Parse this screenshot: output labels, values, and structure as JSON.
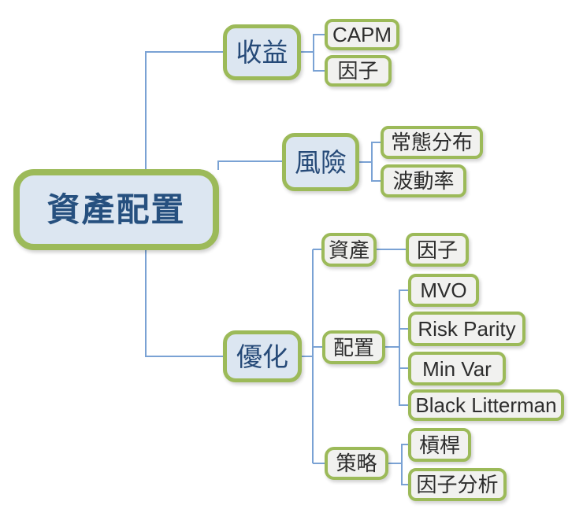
{
  "colors": {
    "node_border_green": "#9cba59",
    "branch_fill_blue": "#dce6f1",
    "leaf_fill_gray": "#f1f1ef",
    "connector": "#7aa2d4",
    "root_text_blue": "#26507f",
    "leaf_text": "#2d2d2d"
  },
  "mindmap": {
    "root": {
      "label": "資產配置"
    },
    "branches": [
      {
        "label": "收益",
        "children": [
          {
            "label": "CAPM"
          },
          {
            "label": "因子"
          }
        ]
      },
      {
        "label": "風險",
        "children": [
          {
            "label": "常態分布"
          },
          {
            "label": "波動率"
          }
        ]
      },
      {
        "label": "優化",
        "children": [
          {
            "label": "資產",
            "children": [
              {
                "label": "因子"
              }
            ]
          },
          {
            "label": "配置",
            "children": [
              {
                "label": "MVO"
              },
              {
                "label": "Risk Parity"
              },
              {
                "label": "Min Var"
              },
              {
                "label": "Black Litterman"
              }
            ]
          },
          {
            "label": "策略",
            "children": [
              {
                "label": "槓桿"
              },
              {
                "label": "因子分析"
              }
            ]
          }
        ]
      }
    ]
  }
}
